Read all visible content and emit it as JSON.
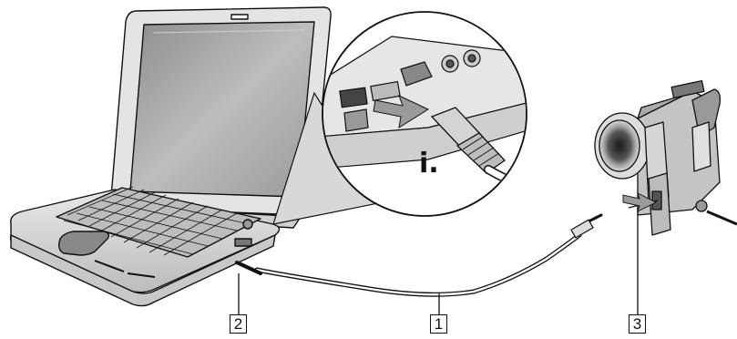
{
  "diagram": {
    "callouts": {
      "cable": "1",
      "laptop_port": "2",
      "camera_port": "3"
    },
    "port_symbol": "i.",
    "icons": {
      "laptop": "laptop-icon",
      "camcorder": "camcorder-icon",
      "cable": "ilink-cable-icon",
      "port_symbol": "ilink-symbol-icon"
    },
    "colors": {
      "lineart": "#111111",
      "screen_gray": "#b0b0b0",
      "body_light": "#d6d6d6",
      "arrow_gray": "#9a9a9a"
    }
  }
}
